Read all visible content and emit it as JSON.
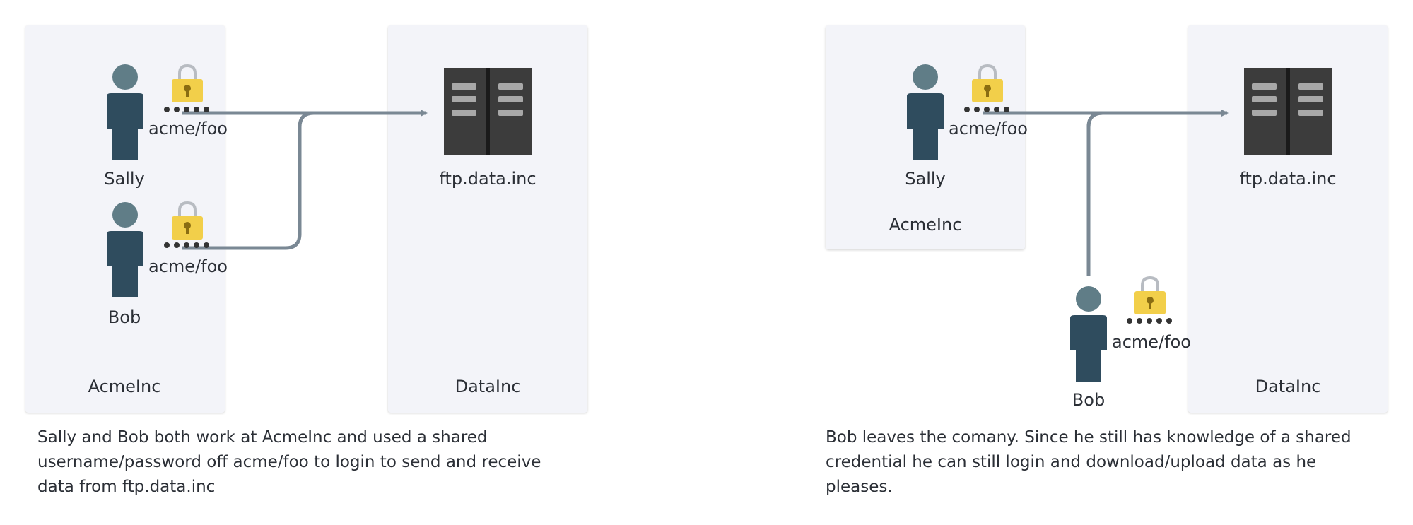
{
  "left_scene": {
    "org_box_label": "AcmeInc",
    "server_box_label": "DataInc",
    "server_name": "ftp.data.inc",
    "users": [
      {
        "name": "Sally",
        "credential": "acme/foo"
      },
      {
        "name": "Bob",
        "credential": "acme/foo"
      }
    ],
    "caption": [
      "Sally and Bob both work at AcmeInc and used a shared",
      "username/password off acme/foo to login to send and receive",
      "data from ftp.data.inc"
    ]
  },
  "right_scene": {
    "org_box_label": "AcmeInc",
    "server_box_label": "DataInc",
    "server_name": "ftp.data.inc",
    "users": [
      {
        "name": "Sally",
        "credential": "acme/foo"
      },
      {
        "name": "Bob",
        "credential": "acme/foo"
      }
    ],
    "caption": [
      "Bob leaves the comany. Since he still has knowledge of a shared",
      "credential he can still login and download/upload data as he",
      "pleases."
    ]
  },
  "icons": {
    "person": "person-icon",
    "lock": "padlock-icon",
    "password": "password-dots-icon",
    "server": "server-icon"
  },
  "colors": {
    "box_fill": "#f3f4f9",
    "person_head": "#607d87",
    "person_body": "#2f4c5e",
    "lock_body": "#f2cf4a",
    "server_fill": "#3c3c3c",
    "arrow": "#7a8894"
  }
}
